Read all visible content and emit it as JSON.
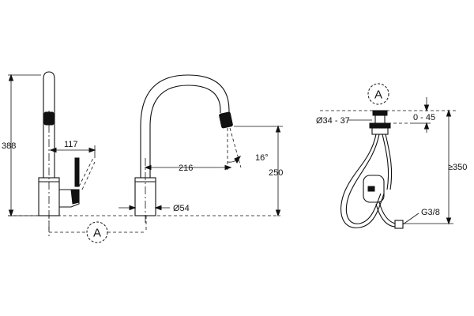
{
  "drawing": {
    "dimensions": {
      "total_height": "388",
      "lever_reach": "117",
      "spout_reach": "216",
      "spout_height": "250",
      "spray_angle": "16°",
      "base_diameter": "Ø54",
      "cutout_diameter": "Ø34 - 37",
      "counter_thickness": "0 - 45",
      "hose_length": "≥350",
      "connection_thread": "G3/8"
    },
    "detail_markers": {
      "bottom": "A",
      "right": "A"
    },
    "colors": {
      "line": "#111111",
      "background": "#ffffff"
    }
  }
}
